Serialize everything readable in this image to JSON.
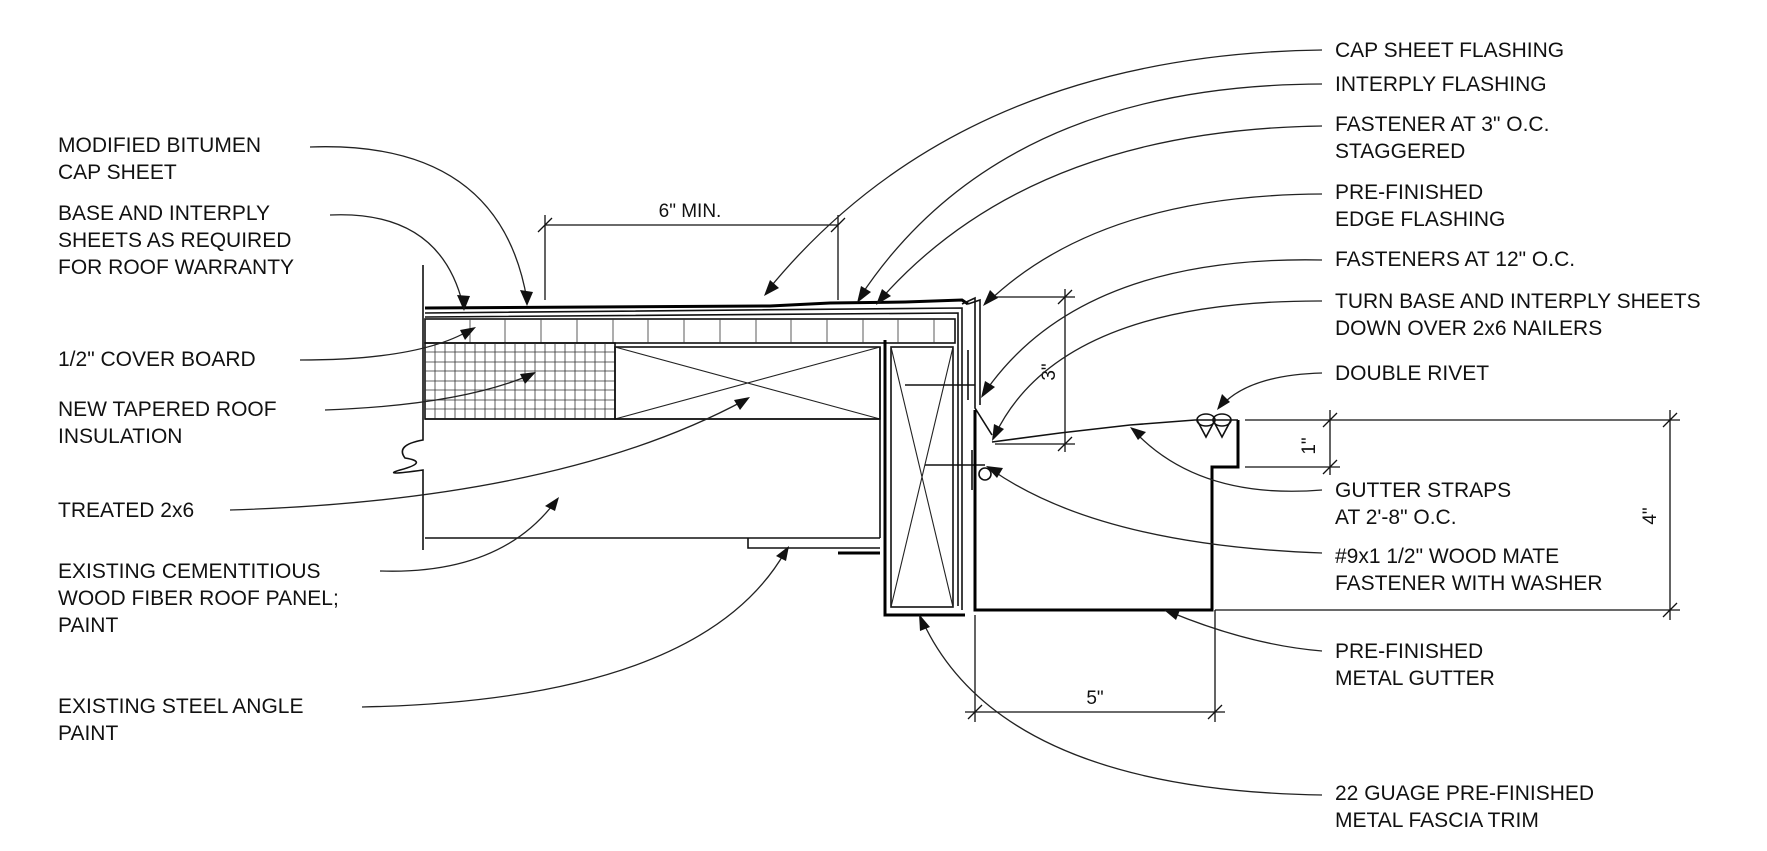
{
  "left_notes": [
    {
      "lines": [
        "MODIFIED BITUMEN",
        "CAP SHEET"
      ]
    },
    {
      "lines": [
        "BASE AND INTERPLY",
        "SHEETS AS REQUIRED",
        "FOR ROOF WARRANTY"
      ]
    },
    {
      "lines": [
        "1/2\" COVER BOARD"
      ]
    },
    {
      "lines": [
        "NEW TAPERED ROOF",
        "INSULATION"
      ]
    },
    {
      "lines": [
        "TREATED 2x6"
      ]
    },
    {
      "lines": [
        "EXISTING CEMENTITIOUS",
        "WOOD FIBER ROOF PANEL;",
        "PAINT"
      ]
    },
    {
      "lines": [
        "EXISTING STEEL ANGLE",
        "PAINT"
      ]
    }
  ],
  "right_notes": [
    {
      "lines": [
        "CAP SHEET FLASHING"
      ]
    },
    {
      "lines": [
        "INTERPLY FLASHING"
      ]
    },
    {
      "lines": [
        "FASTENER AT 3\" O.C.",
        "STAGGERED"
      ]
    },
    {
      "lines": [
        "PRE-FINISHED",
        "EDGE FLASHING"
      ]
    },
    {
      "lines": [
        "FASTENERS AT 12\" O.C."
      ]
    },
    {
      "lines": [
        "TURN BASE AND INTERPLY SHEETS",
        "DOWN OVER 2x6 NAILERS"
      ]
    },
    {
      "lines": [
        "DOUBLE RIVET"
      ]
    },
    {
      "lines": [
        "GUTTER STRAPS",
        "AT 2'-8\" O.C."
      ]
    },
    {
      "lines": [
        "#9x1 1/2\" WOOD MATE",
        "FASTENER WITH WASHER"
      ]
    },
    {
      "lines": [
        "PRE-FINISHED",
        "METAL GUTTER"
      ]
    },
    {
      "lines": [
        "22 GUAGE PRE-FINISHED",
        "METAL FASCIA TRIM"
      ]
    }
  ],
  "dimensions": {
    "six_min": "6\" MIN.",
    "three": "3\"",
    "one": "1\"",
    "four": "4\"",
    "five": "5\""
  }
}
